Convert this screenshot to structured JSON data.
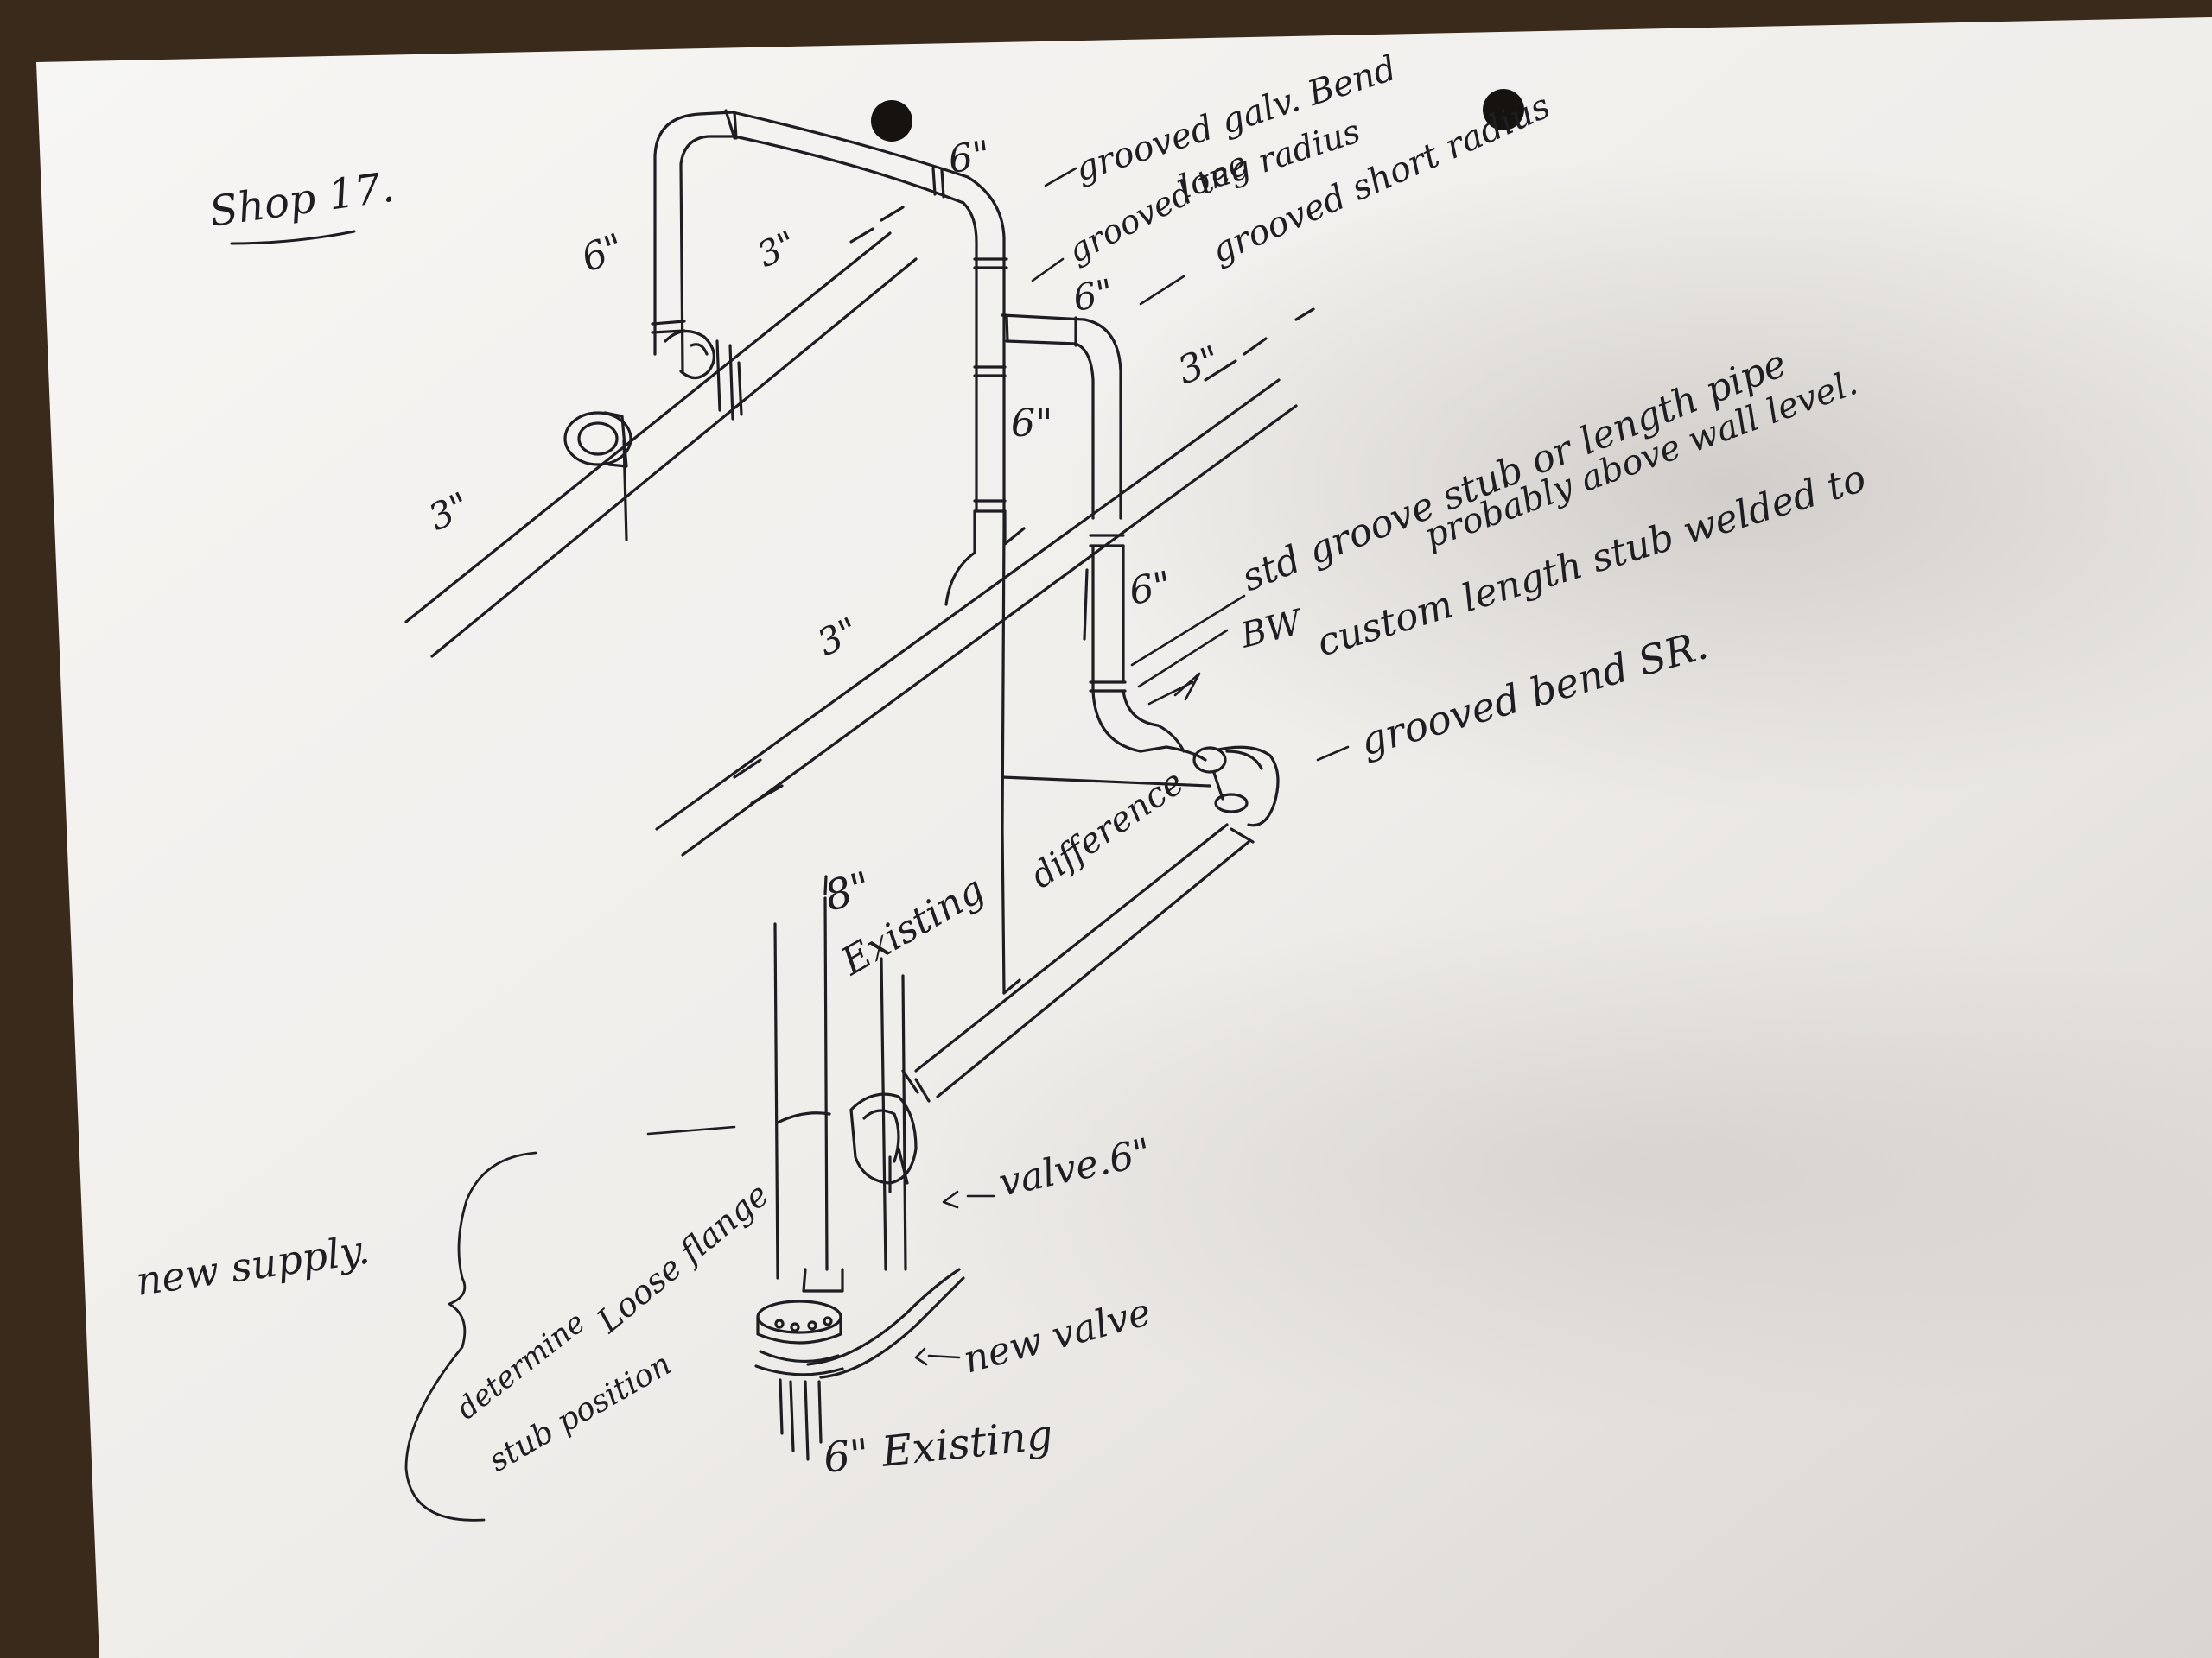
{
  "sheet": {
    "title": "Shop 17.",
    "paper_color": "#f3f1ee",
    "shadow_color": "#cfcac6",
    "ink_color": "#1d1d22",
    "table_color": "#3a2a1c"
  },
  "sizes": {
    "top_left_riser": "6\"",
    "top_run": "6\"",
    "upper_left_main": "3\"",
    "upper_right_main": "3\"",
    "lower_left_main": "3\"",
    "left_far_main": "3\"",
    "short_drop": "6\"",
    "mid_riser": "6\"",
    "right_riser": "6\""
  },
  "labels": {
    "grooved_galv_bend": "grooved galv. Bend",
    "long_radius": "long radius",
    "grooved_tee": "grooved tee",
    "grooved_short_radius": "grooved short radius",
    "std_groove_stub": "std groove stub or length pipe",
    "above_wall_level": "probably above wall level.",
    "bw": "BW",
    "custom_length_stub": "custom length stub welded to",
    "grooved_bend_sr": "grooved bend SR.",
    "existing_8": "8\"",
    "existing_word": "Existing",
    "difference": "difference",
    "valve_6": "valve.6\"",
    "new_supply": "new supply.",
    "loose_flange": "Loose flange",
    "determine_position": "determine",
    "stub_position": "stub position",
    "new_valve": "new valve",
    "existing_6": "6\" Existing"
  }
}
